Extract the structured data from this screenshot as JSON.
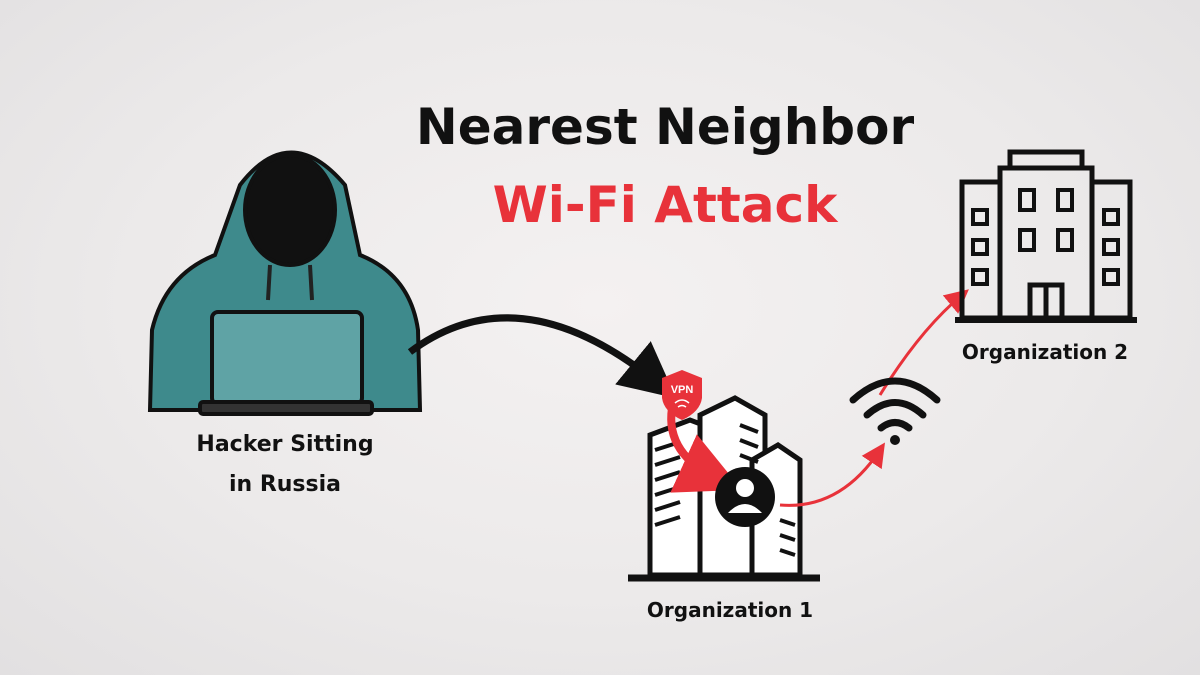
{
  "title": {
    "line1": "Nearest Neighbor",
    "line2": "Wi-Fi Attack"
  },
  "labels": {
    "hacker_line1": "Hacker Sitting",
    "hacker_line2": "in Russia",
    "org1": "Organization 1",
    "org2": "Organization 2",
    "vpn_badge": "VPN"
  },
  "colors": {
    "accent": "#e8323a",
    "hoodie": "#3e8a8c",
    "laptop": "#5fa3a5",
    "ink": "#111111"
  },
  "icons": [
    "hacker-icon",
    "laptop-icon",
    "vpn-shield-icon",
    "office-buildings-icon",
    "user-icon",
    "wifi-icon",
    "building-icon"
  ]
}
